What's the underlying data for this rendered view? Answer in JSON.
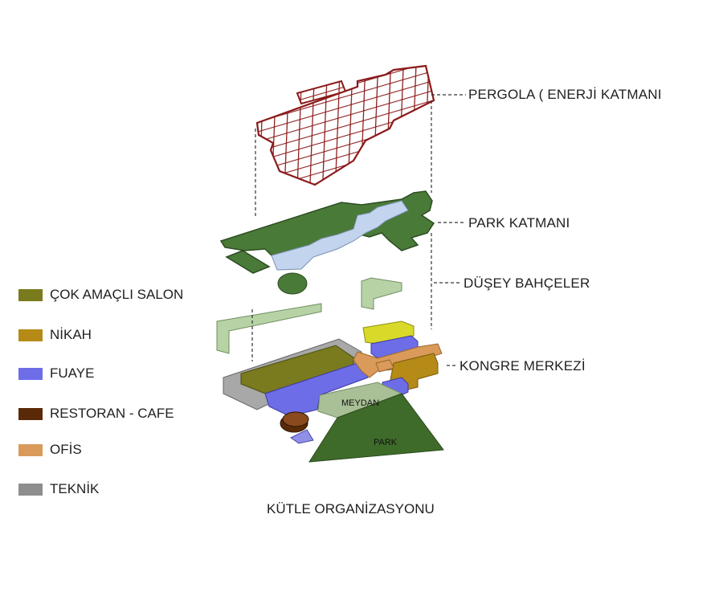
{
  "caption": "KÜTLE ORGANİZASYONU",
  "layers": [
    {
      "id": "pergola",
      "label": "PERGOLA ( ENERJİ KATMANI"
    },
    {
      "id": "park",
      "label": "PARK KATMANI"
    },
    {
      "id": "dusey",
      "label": "DÜŞEY BAHÇELER"
    },
    {
      "id": "kongre",
      "label": "KONGRE MERKEZİ"
    }
  ],
  "legend": [
    {
      "label": "ÇOK AMAÇLI SALON",
      "color": "#7a7a1e"
    },
    {
      "label": "NİKAH",
      "color": "#b58a17"
    },
    {
      "label": "FUAYE",
      "color": "#6d6de8"
    },
    {
      "label": "RESTORAN - CAFE",
      "color": "#5a2a08"
    },
    {
      "label": "OFİS",
      "color": "#d99a5a"
    },
    {
      "label": "TEKNİK",
      "color": "#8e8e8e"
    }
  ],
  "site_labels": {
    "meydan": "MEYDAN",
    "park": "PARK"
  },
  "colors": {
    "pergola": "#8b1a1a",
    "park_green": "#4a7a38",
    "light_blue": "#c2d4ee",
    "vertical_garden": "#b7d3a5",
    "meydan": "#a9bf96",
    "park_ground": "#3f6b2a",
    "yellow": "#d9d92a"
  }
}
